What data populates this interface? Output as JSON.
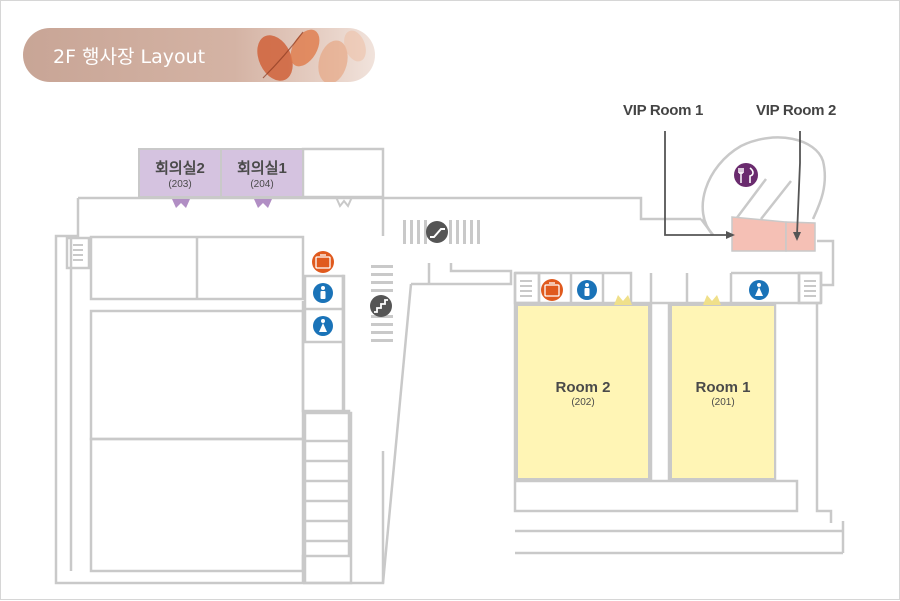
{
  "title": "2F 행사장  Layout",
  "rooms": {
    "meeting2": {
      "name": "회의실2",
      "number": "(203)"
    },
    "meeting1": {
      "name": "회의실1",
      "number": "(204)"
    },
    "room2": {
      "name": "Room 2",
      "number": "(202)"
    },
    "room1": {
      "name": "Room 1",
      "number": "(201)"
    }
  },
  "vip": {
    "room1": "VIP Room 1",
    "room2": "VIP Room 2"
  },
  "colors": {
    "meeting_room": "#d5c3e0",
    "hall": "#fff5b5",
    "vip_room": "#f5c0b5",
    "restaurant_icon": "#6a2b6e",
    "restroom_icon": "#1a73b8",
    "elevator_icon": "#e05a1e",
    "wall": "#c9c9c9"
  },
  "icons": [
    "restaurant-icon",
    "escalator-icon",
    "stairs-icon",
    "elevator-icon",
    "men-restroom-icon",
    "women-restroom-icon",
    "leaf-decoration-icon"
  ]
}
